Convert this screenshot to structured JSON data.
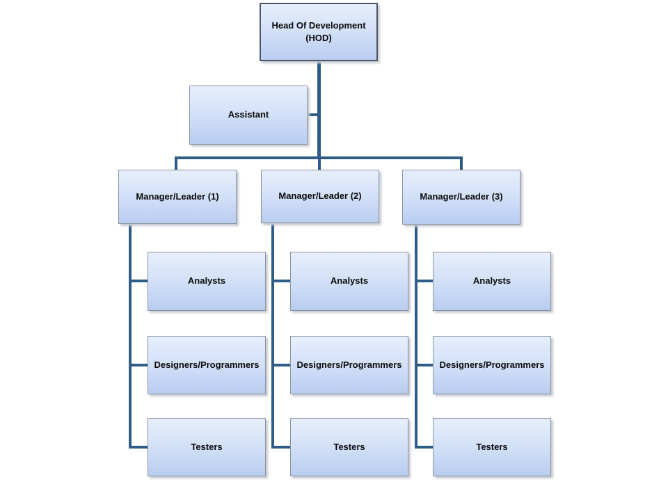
{
  "diagram": {
    "type": "org-chart",
    "nodes": {
      "root": {
        "label": "Head Of Development (HOD)"
      },
      "assistant": {
        "label": "Assistant"
      },
      "managers": [
        {
          "label": "Manager/Leader (1)",
          "children": [
            "Analysts",
            "Designers/Programmers",
            "Testers"
          ]
        },
        {
          "label": "Manager/Leader (2)",
          "children": [
            "Analysts",
            "Designers/Programmers",
            "Testers"
          ]
        },
        {
          "label": "Manager/Leader (3)",
          "children": [
            "Analysts",
            "Designers/Programmers",
            "Testers"
          ]
        }
      ]
    },
    "colors": {
      "connector": "#2e5c87",
      "box_fill_top": "#e7effc",
      "box_fill_bottom": "#b9cdf0",
      "box_border": "#8a93a1",
      "root_box_border": "#4d5564",
      "text": "#0a0a0a",
      "shadow": "#c6cad1",
      "background": "#ffffff"
    }
  }
}
